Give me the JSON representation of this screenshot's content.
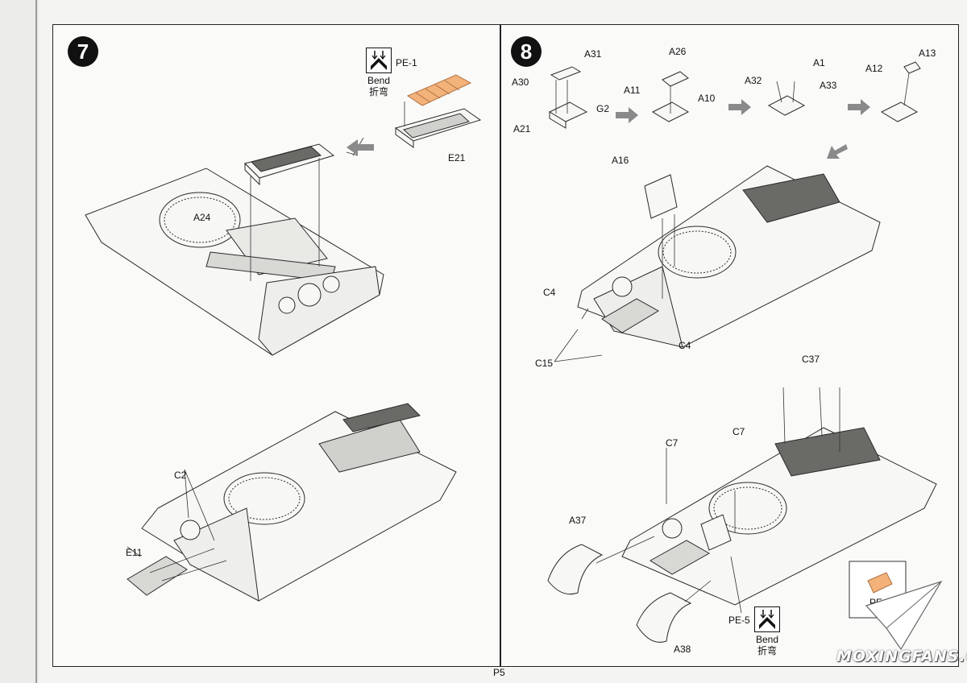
{
  "page": {
    "number": "P5"
  },
  "watermark": {
    "text": "MOXINGFANS.COM"
  },
  "steps": [
    {
      "number": "7"
    },
    {
      "number": "8"
    }
  ],
  "bend_symbol": {
    "en": "Bend",
    "zh": "折弯"
  },
  "step7_labels": [
    "PE-1",
    "E21",
    "A24",
    "C2",
    "E11"
  ],
  "step8_labels": [
    "A31",
    "A30",
    "G2",
    "A21",
    "A26",
    "A11",
    "A10",
    "A1",
    "A32",
    "A33",
    "A12",
    "A13",
    "A16",
    "C4",
    "C4",
    "C15",
    "C37",
    "C7",
    "C7",
    "A37",
    "A38",
    "PE-5",
    "PE-5"
  ],
  "colors": {
    "photo_etch": "#f2b27a",
    "line": "#2a2a2a",
    "part_fill": "#f7f7f5",
    "arrow": "#8a8a8a"
  }
}
